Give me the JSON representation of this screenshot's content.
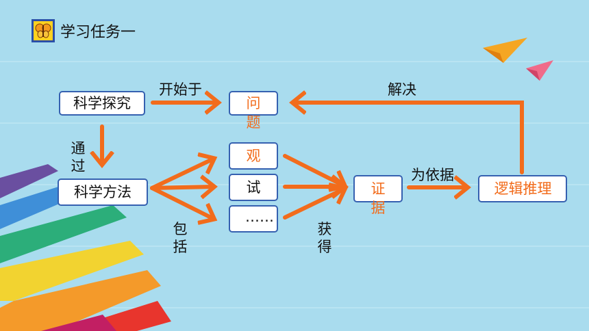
{
  "title": "学习任务一",
  "colors": {
    "arrow": "#f26c1c",
    "box_border": "#3560b0",
    "background": "#a9dcee",
    "highlight_text": "#f26c1c"
  },
  "nodes": {
    "scientific_inquiry": "科学探究",
    "problem": "问题",
    "scientific_method": "科学方法",
    "observation": "观",
    "experiment": "试",
    "ellipsis": "……",
    "evidence": "证据",
    "logical_reasoning": "逻辑推理"
  },
  "edge_labels": {
    "starts_with": "开始于",
    "solve": "解决",
    "through": "通过",
    "include": "包括",
    "obtain": "获得",
    "as_basis": "为依据"
  }
}
